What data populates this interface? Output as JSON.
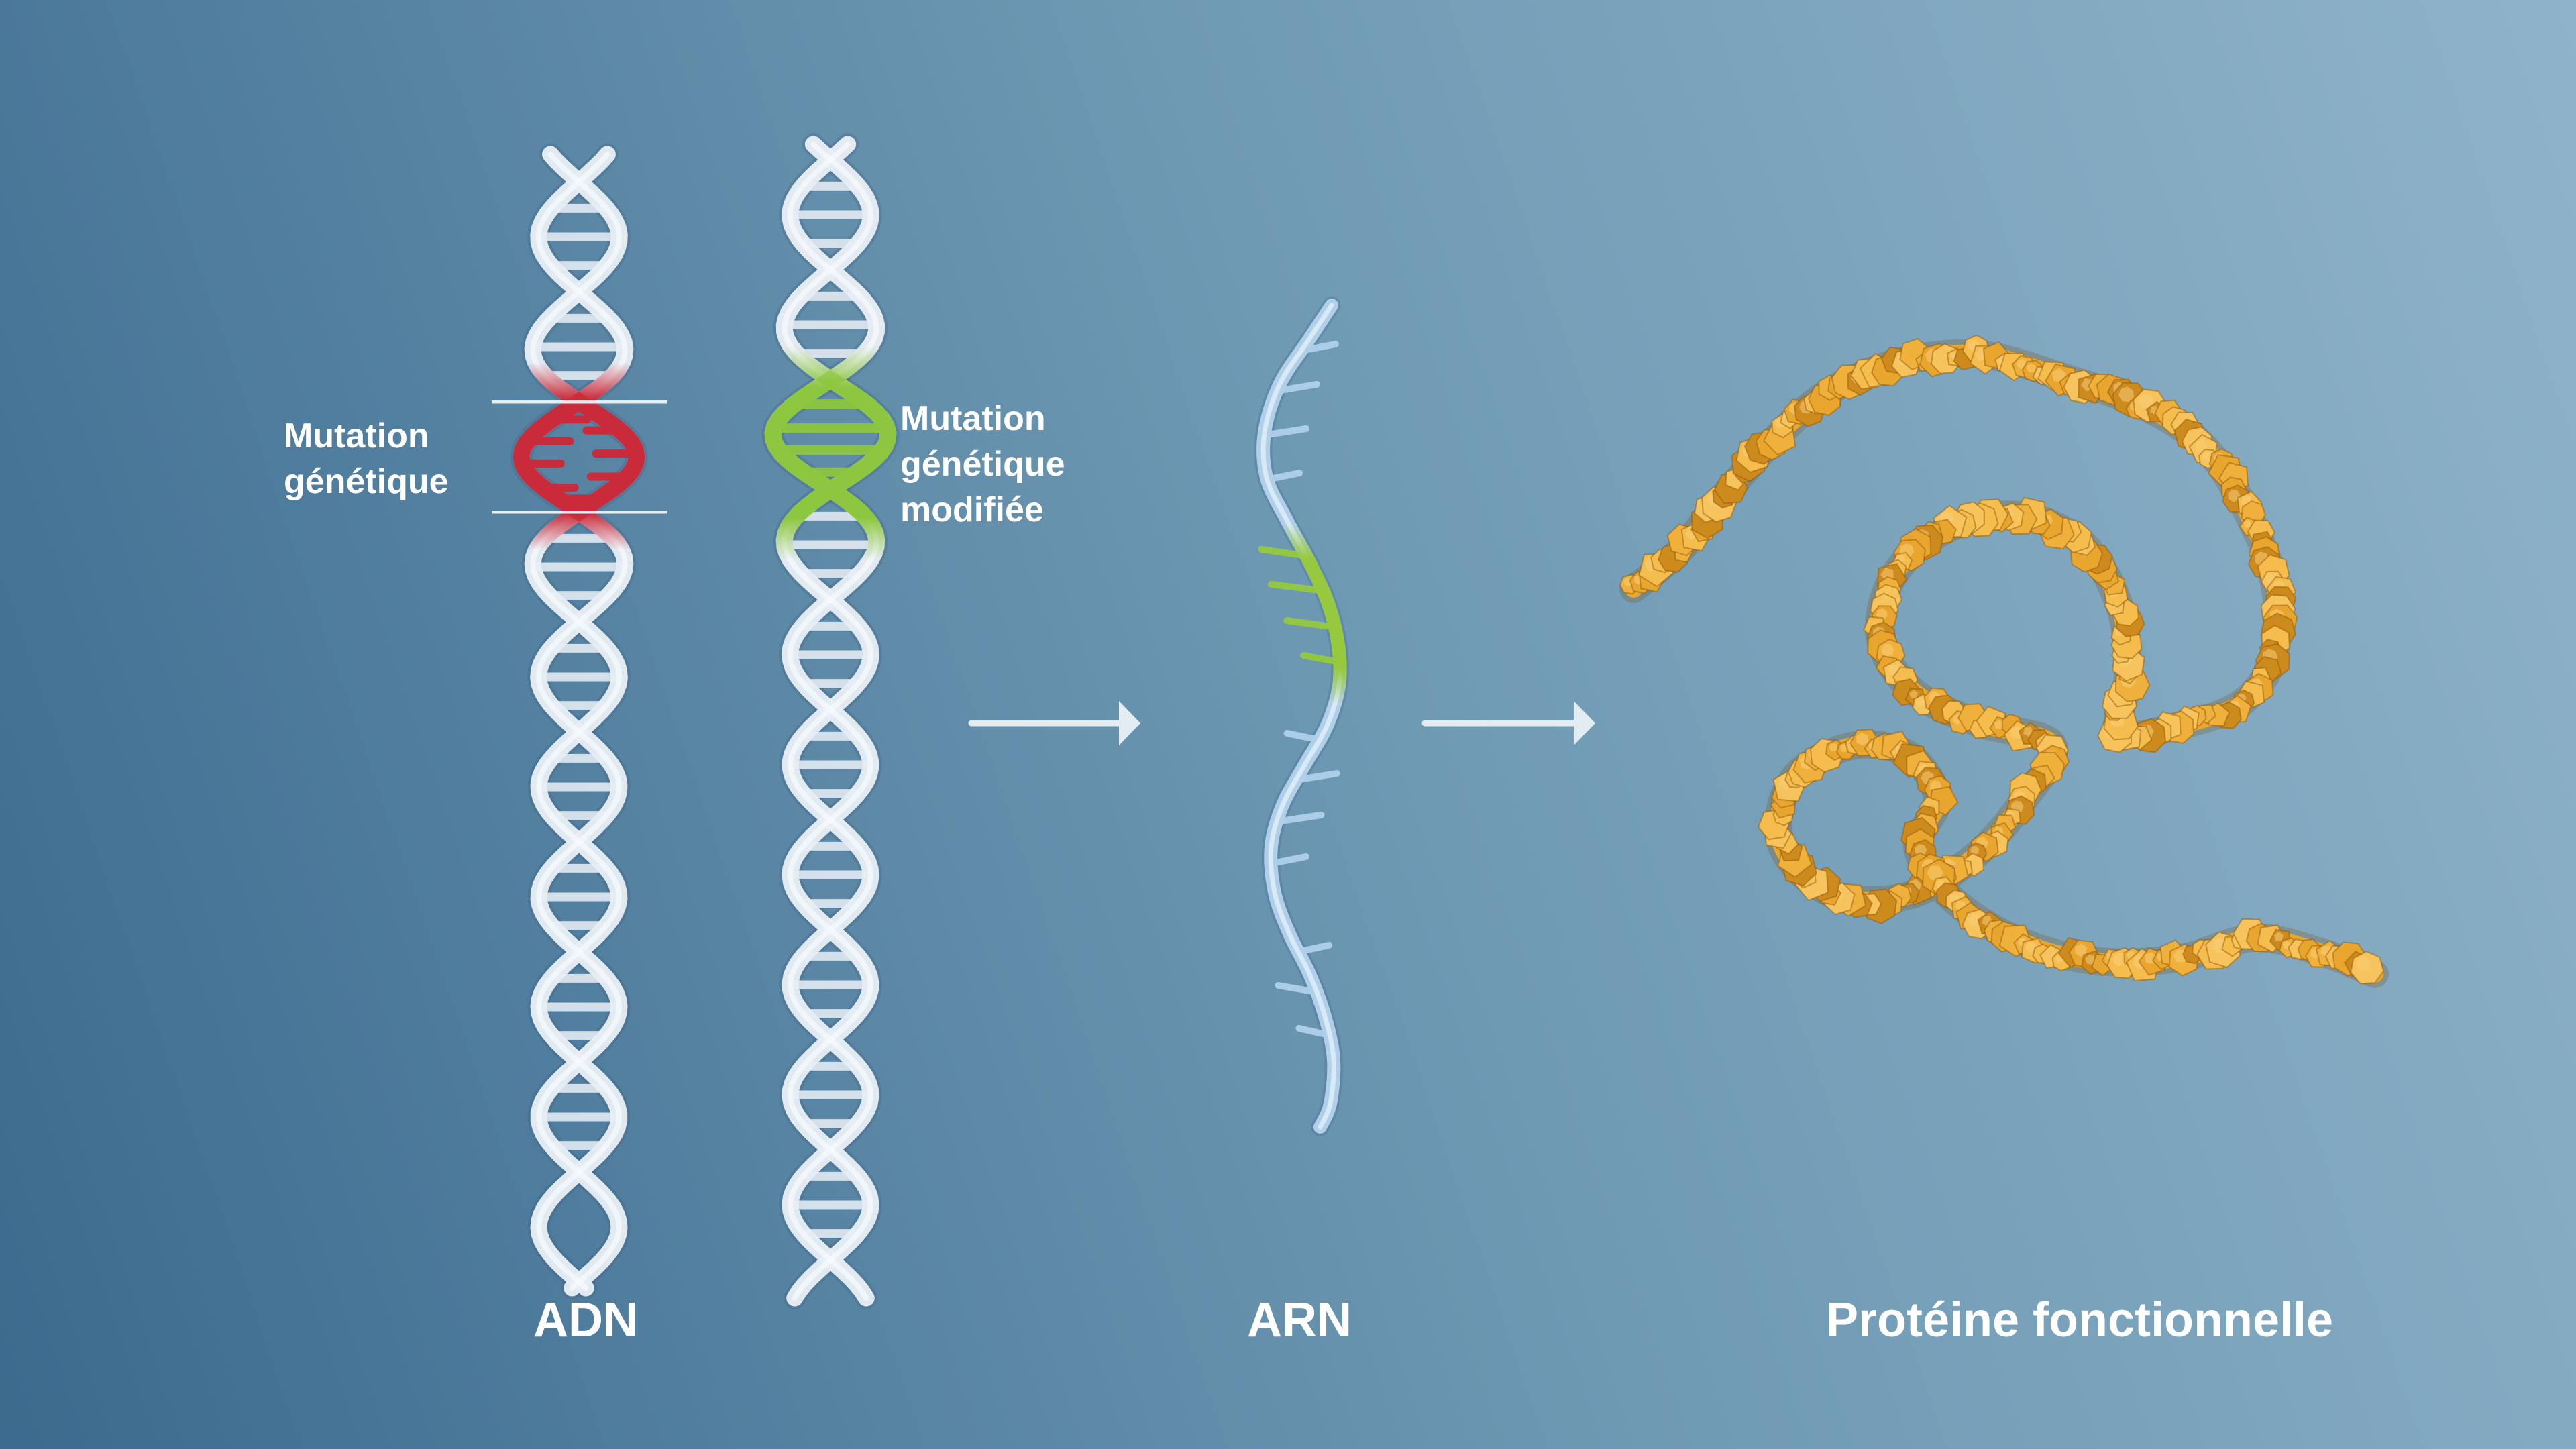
{
  "labels": {
    "mutation": {
      "line1": "Mutation",
      "line2": "génétique"
    },
    "mutation_modified": {
      "line1": "Mutation",
      "line2": "génétique",
      "line3": "modifiée"
    },
    "dna": "ADN",
    "rna": "ARN",
    "protein": "Protéine fonctionnelle"
  },
  "colors": {
    "background_top_right": "#8fb3c9",
    "background_mid": "#6f9ab4",
    "background_bottom_left": "#3b6a8e",
    "dna_strand": "#e7edf4",
    "dna_strand_highlight": "#f8fbfd",
    "dna_strand_shadow": "rgba(60,95,130,0.28)",
    "dna_rung": "#dfe8f1",
    "mutation_red": "#c92b3a",
    "mutation_green": "#8dc63f",
    "rna_blue": "#b0d0ea",
    "rna_highlight": "#e4f0fa",
    "rna_green": "#96c93d",
    "protein_orange": "#e9a62f",
    "protein_orange_light": "#f5bd4e",
    "protein_orange_mid": "#f0b13c",
    "protein_orange_dark": "#cd8a1d",
    "protein_edge": "rgba(146,90,8,0.5)",
    "arrow": "#e2ecf3",
    "bracket_line": "#edf3f8",
    "label_text": "#ffffff"
  }
}
